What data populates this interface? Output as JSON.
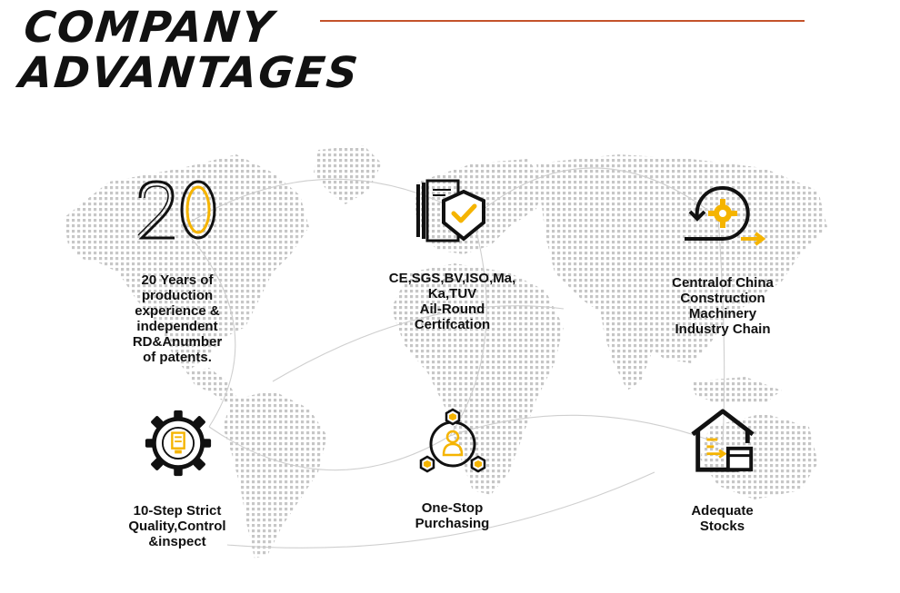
{
  "header": {
    "title_line1": "COMPANY",
    "title_line2": "ADVANTAGES",
    "accent_rule_color": "#c4532a"
  },
  "colors": {
    "accent": "#f5b400",
    "ink": "#111111",
    "map_dots": "#bdbdbd"
  },
  "advantages": [
    {
      "icon": "number-20-icon",
      "number": "20",
      "label": "20 Years of\nproduction\nexperience &\nindependent\nRD&Anumber\nof patents."
    },
    {
      "icon": "certification-shield-icon",
      "label": "CE,SGS,BV,ISO,Ma,\nKa,TUV\nAil-Round\nCertifcation"
    },
    {
      "icon": "gear-cycle-icon",
      "label": "Centralof China\nConstruction\nMachinery\nIndustry Chain"
    },
    {
      "icon": "quality-gear-icon",
      "label": "10-Step Strict\nQuality,Control\n&inspect"
    },
    {
      "icon": "one-stop-network-icon",
      "label": "One-Stop\nPurchasing"
    },
    {
      "icon": "warehouse-icon",
      "label": "Adequate\nStocks"
    }
  ]
}
